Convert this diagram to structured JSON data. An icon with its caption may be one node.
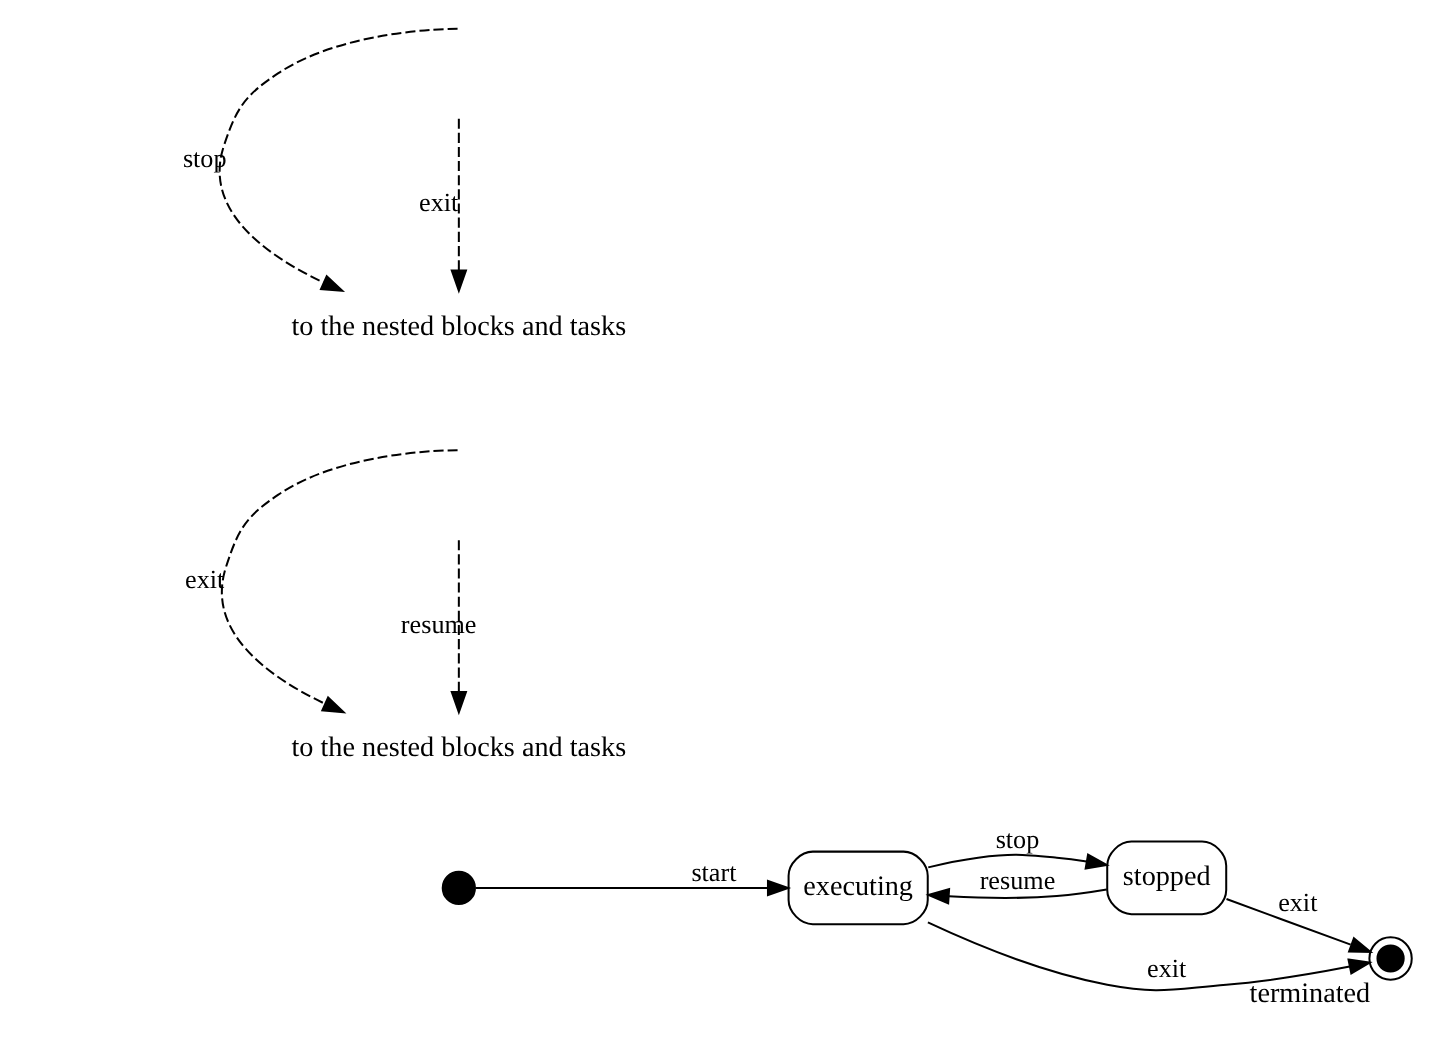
{
  "diagram": {
    "nodes": [
      {
        "text": [],
        "shape": "circle"
      },
      {
        "text": [
          "executing"
        ]
      },
      {
        "text": [
          "stopped"
        ]
      },
      {
        "text": [],
        "shape": "circle",
        "beside": [
          "terminated"
        ]
      },
      {
        "text": [
          "to the nested blocks and tasks"
        ]
      },
      {
        "text": [
          "to the nested blocks and tasks"
        ]
      }
    ],
    "edges": [
      {
        "from": 0,
        "to": 1,
        "arrow": "to",
        "label": "start"
      },
      {
        "from": 1,
        "to": 2,
        "arrow": "to",
        "label": "stop"
      },
      {
        "from": 2,
        "to": 3,
        "arrow": "to",
        "label": "exit"
      },
      {
        "from": 1,
        "to": 3,
        "arrow": "to",
        "label": "exit"
      },
      {
        "from": 2,
        "to": 1,
        "arrow": "to",
        "label": "resume"
      },
      {
        "from": null,
        "to": 4,
        "arrow": "to",
        "label": "exit",
        "style": "dashed"
      },
      {
        "from": null,
        "to": 4,
        "arrow": "to",
        "label": "resume",
        "style": "dashed"
      },
      {
        "from": null,
        "to": 5,
        "arrow": "to",
        "label": "stop",
        "style": "dashed"
      },
      {
        "from": null,
        "to": 5,
        "arrow": "to",
        "label": "exit",
        "style": "dashed"
      }
    ]
  }
}
